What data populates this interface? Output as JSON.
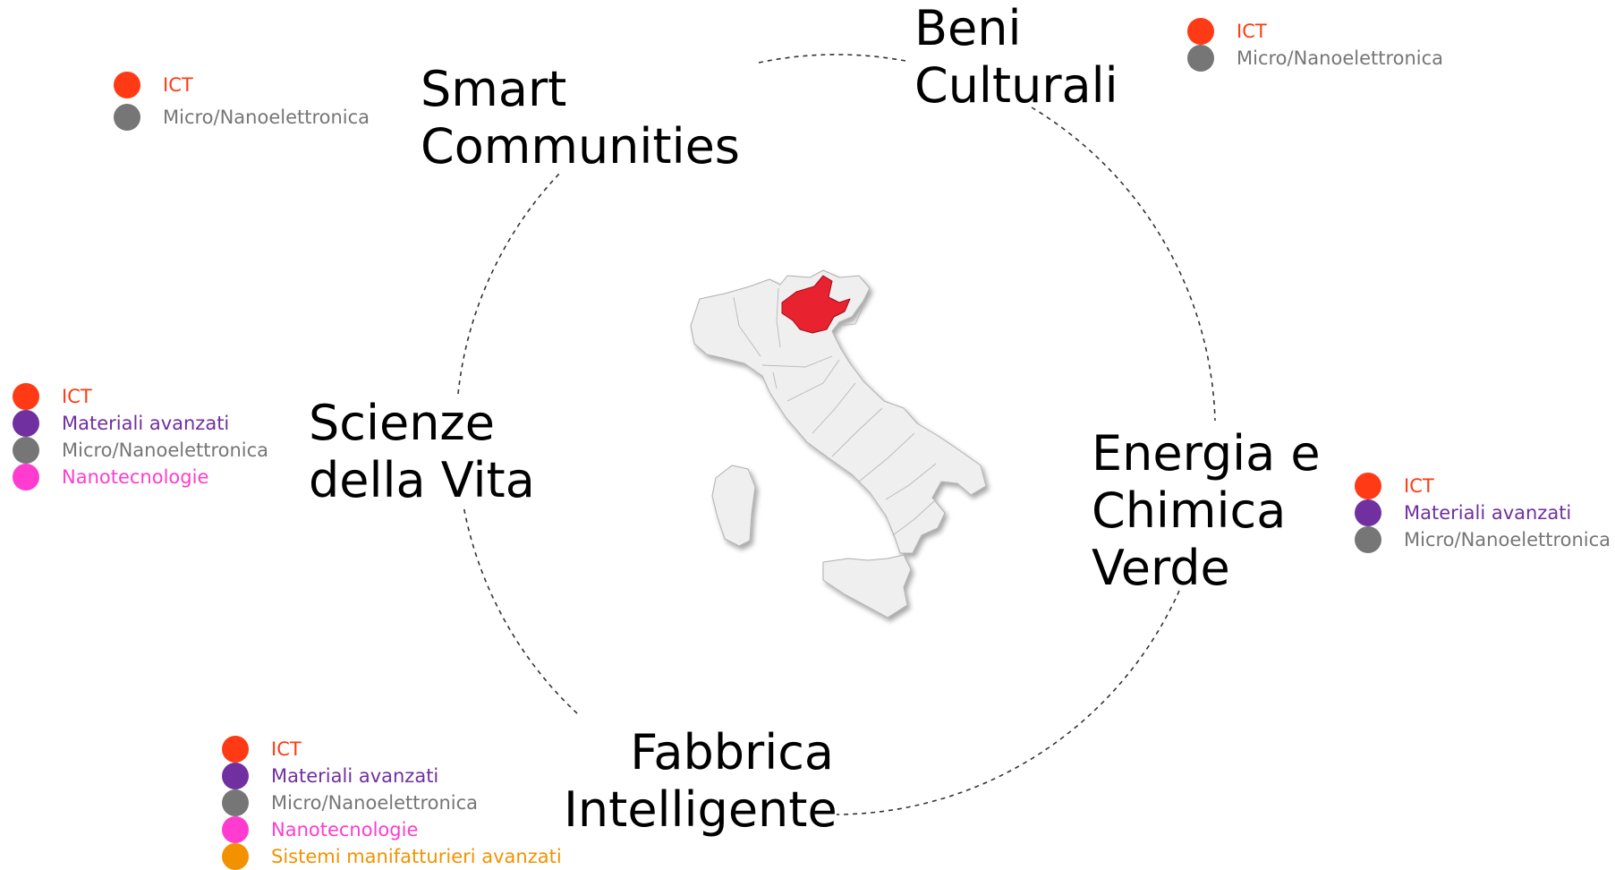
{
  "categories": {
    "ict": {
      "label": "ICT",
      "color": "#ff3a14",
      "text_color": "#ff3a14"
    },
    "materiali": {
      "label": "Materiali avanzati",
      "color": "#7030a0",
      "text_color": "#7030a0"
    },
    "micro": {
      "label": "Micro/Nanoelettronica",
      "color": "#767676",
      "text_color": "#767676"
    },
    "nano": {
      "label": "Nanotecnologie",
      "color": "#ff3ccf",
      "text_color": "#ff3ccf"
    },
    "sistemi": {
      "label": "Sistemi manifatturieri avanzati",
      "color": "#f39200",
      "text_color": "#f39200"
    }
  },
  "sectors": {
    "smart_communities": {
      "line1": "Smart",
      "line2": "Communities",
      "legend": [
        "ict",
        "micro"
      ]
    },
    "beni_culturali": {
      "line1": "Beni",
      "line2": "Culturali",
      "legend": [
        "ict",
        "micro"
      ]
    },
    "scienze_vita": {
      "line1": "Scienze",
      "line2": "della Vita",
      "legend": [
        "ict",
        "materiali",
        "micro",
        "nano"
      ]
    },
    "energia": {
      "line1": "Energia e",
      "line2": "Chimica",
      "line3": "Verde",
      "legend": [
        "ict",
        "materiali",
        "micro"
      ]
    },
    "fabbrica": {
      "line1": "Fabbrica",
      "line2": "Intelligente",
      "legend": [
        "ict",
        "materiali",
        "micro",
        "nano",
        "sistemi"
      ]
    }
  },
  "map": {
    "highlighted_region": "Veneto",
    "highlight_color": "#e8202e",
    "base_color": "#efefef"
  }
}
